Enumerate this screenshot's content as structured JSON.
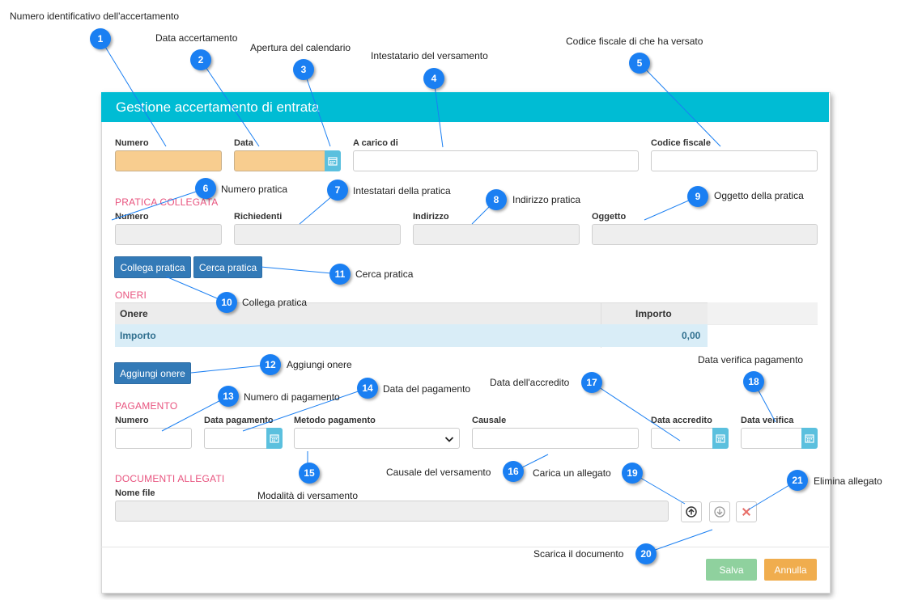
{
  "modal": {
    "title": "Gestione accertamento di entrata"
  },
  "accertamento": {
    "numero_label": "Numero",
    "data_label": "Data",
    "a_carico_label": "A carico di",
    "codice_fiscale_label": "Codice fiscale"
  },
  "pratica": {
    "section_title": "PRATICA COLLEGATA",
    "numero_label": "Numero",
    "richiedenti_label": "Richiedenti",
    "indirizzo_label": "Indirizzo",
    "oggetto_label": "Oggetto",
    "collega_button": "Collega pratica",
    "cerca_button": "Cerca pratica"
  },
  "oneri": {
    "section_title": "ONERI",
    "columns": [
      "Onere",
      "Importo"
    ],
    "row": {
      "label": "Importo",
      "value": "0,00"
    },
    "add_button": "Aggiungi onere"
  },
  "pagamento": {
    "section_title": "PAGAMENTO",
    "numero_label": "Numero",
    "data_pagamento_label": "Data pagamento",
    "metodo_label": "Metodo pagamento",
    "causale_label": "Causale",
    "data_accredito_label": "Data accredito",
    "data_verifica_label": "Data verifica"
  },
  "documenti": {
    "section_title": "DOCUMENTI ALLEGATI",
    "nome_file_label": "Nome file"
  },
  "footer": {
    "save": "Salva",
    "cancel": "Annulla"
  },
  "colors": {
    "header": "#00bcd4",
    "section": "#e8547f",
    "primary": "#337ab7",
    "save": "#8fd19e",
    "cancel": "#f0ad4e",
    "badge": "#1a7ff2"
  },
  "callouts": [
    {
      "n": "1",
      "text": "Numero identificativo dell'accertamento"
    },
    {
      "n": "2",
      "text": "Data accertamento"
    },
    {
      "n": "3",
      "text": "Apertura del calendario"
    },
    {
      "n": "4",
      "text": "Intestatario del versamento"
    },
    {
      "n": "5",
      "text": "Codice fiscale di che ha versato"
    },
    {
      "n": "6",
      "text": "Numero pratica"
    },
    {
      "n": "7",
      "text": "Intestatari della pratica"
    },
    {
      "n": "8",
      "text": "Indirizzo pratica"
    },
    {
      "n": "9",
      "text": "Oggetto della pratica"
    },
    {
      "n": "10",
      "text": "Collega pratica"
    },
    {
      "n": "11",
      "text": "Cerca pratica"
    },
    {
      "n": "12",
      "text": "Aggiungi onere"
    },
    {
      "n": "13",
      "text": "Numero di pagamento"
    },
    {
      "n": "14",
      "text": "Data del pagamento"
    },
    {
      "n": "15",
      "text": "Modalità di versamento"
    },
    {
      "n": "16",
      "text": "Causale del versamento"
    },
    {
      "n": "17",
      "text": "Data dell'accredito"
    },
    {
      "n": "18",
      "text": "Data verifica pagamento"
    },
    {
      "n": "19",
      "text": "Carica un allegato"
    },
    {
      "n": "20",
      "text": "Scarica il documento"
    },
    {
      "n": "21",
      "text": "Elimina allegato"
    }
  ]
}
